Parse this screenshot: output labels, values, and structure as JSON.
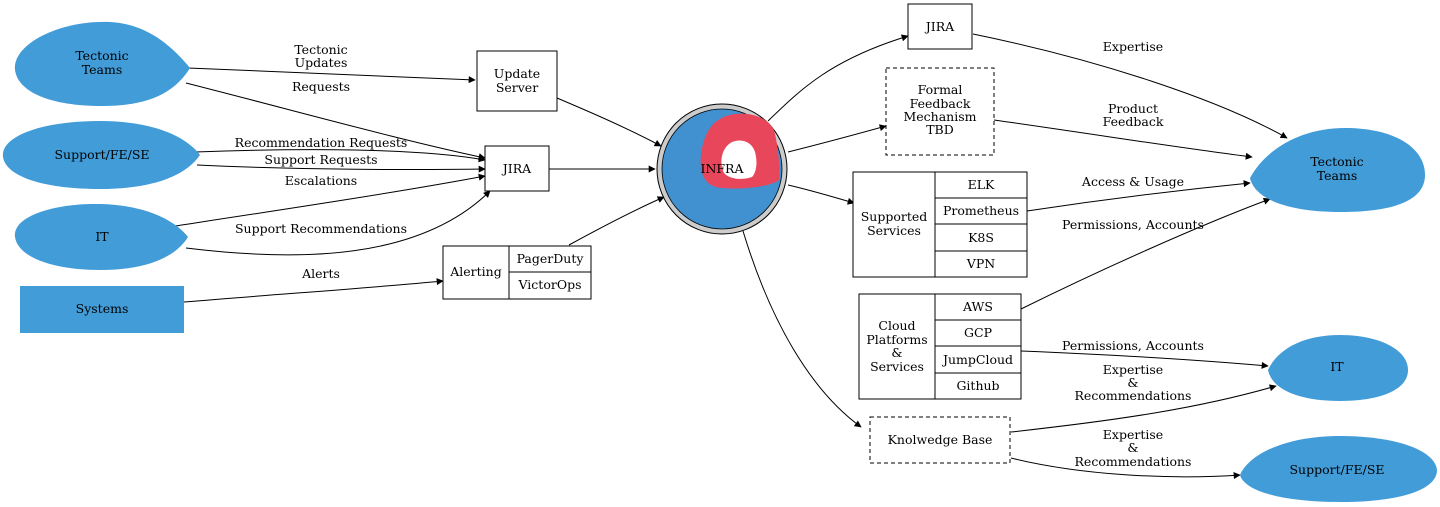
{
  "colors": {
    "node_blue": "#429cd8",
    "infra_red": "#e8465a",
    "infra_ring": "#cccccc",
    "line": "#000000"
  },
  "nodes": {
    "left_tectonic": [
      "Tectonic",
      "Teams"
    ],
    "left_support": "Support/FE/SE",
    "left_it": "IT",
    "systems": "Systems",
    "update_server": [
      "Update",
      "Server"
    ],
    "jira_in": "JIRA",
    "alerting": "Alerting",
    "alert_tools": [
      "PagerDuty",
      "VictorOps"
    ],
    "infra": "INFRA",
    "jira_out": "JIRA",
    "formal_feedback": [
      "Formal",
      "Feedback",
      "Mechanism",
      "TBD"
    ],
    "supported_services": [
      "Supported",
      "Services"
    ],
    "services": [
      "ELK",
      "Prometheus",
      "K8S",
      "VPN"
    ],
    "cloud_platforms": [
      "Cloud",
      "Platforms",
      "&",
      "Services"
    ],
    "cloud_items": [
      "AWS",
      "GCP",
      "JumpCloud",
      "Github"
    ],
    "knowledge_base": "Knolwedge Base",
    "right_tectonic": [
      "Tectonic",
      "Teams"
    ],
    "right_it": "IT",
    "right_support": "Support/FE/SE"
  },
  "edge_labels": {
    "tectonic_updates": [
      "Tectonic",
      "Updates"
    ],
    "requests": "Requests",
    "recommendation_requests": "Recommendation Requests",
    "support_requests": "Support Requests",
    "escalations": "Escalations",
    "support_recommendations": "Support Recommendations",
    "alerts": "Alerts",
    "expertise": "Expertise",
    "product_feedback": [
      "Product",
      "Feedback"
    ],
    "access_usage": "Access & Usage",
    "permissions_accounts_1": "Permissions, Accounts",
    "permissions_accounts_2": "Permissions, Accounts",
    "expertise_recs_1": [
      "Expertise",
      "&",
      "Recommendations"
    ],
    "expertise_recs_2": [
      "Expertise",
      "&",
      "Recommendations"
    ]
  }
}
